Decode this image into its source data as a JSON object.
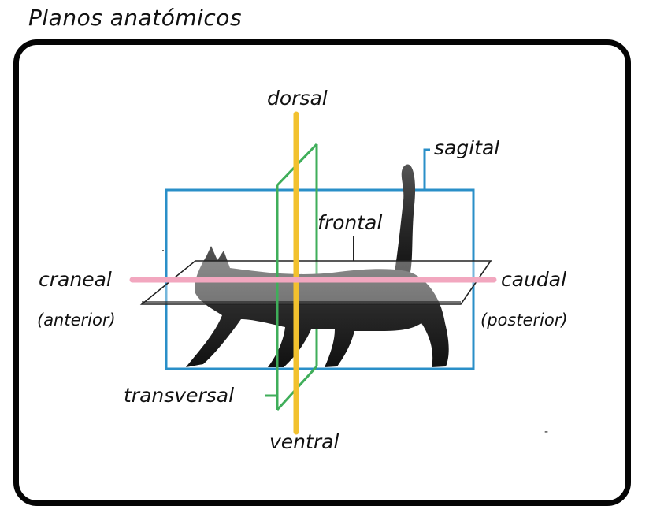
{
  "title": "Planos anatómicos",
  "labels": {
    "dorsal": "dorsal",
    "ventral": "ventral",
    "sagital": "sagital",
    "frontal": "frontal",
    "craneal": "craneal",
    "anterior": "(anterior)",
    "caudal": "caudal",
    "posterior": "(posterior)",
    "transversal": "transversal"
  },
  "colors": {
    "frame": "#050505",
    "sagittal_plane": "#2a8fc8",
    "transverse_plane": "#3fae5a",
    "dorso_ventral_axis": "#f2c12e",
    "cranio_caudal_axis": "#f2a7bf",
    "frontal_plane": "#222222",
    "cat": "#2b2b2b"
  },
  "stray_mark": "-"
}
